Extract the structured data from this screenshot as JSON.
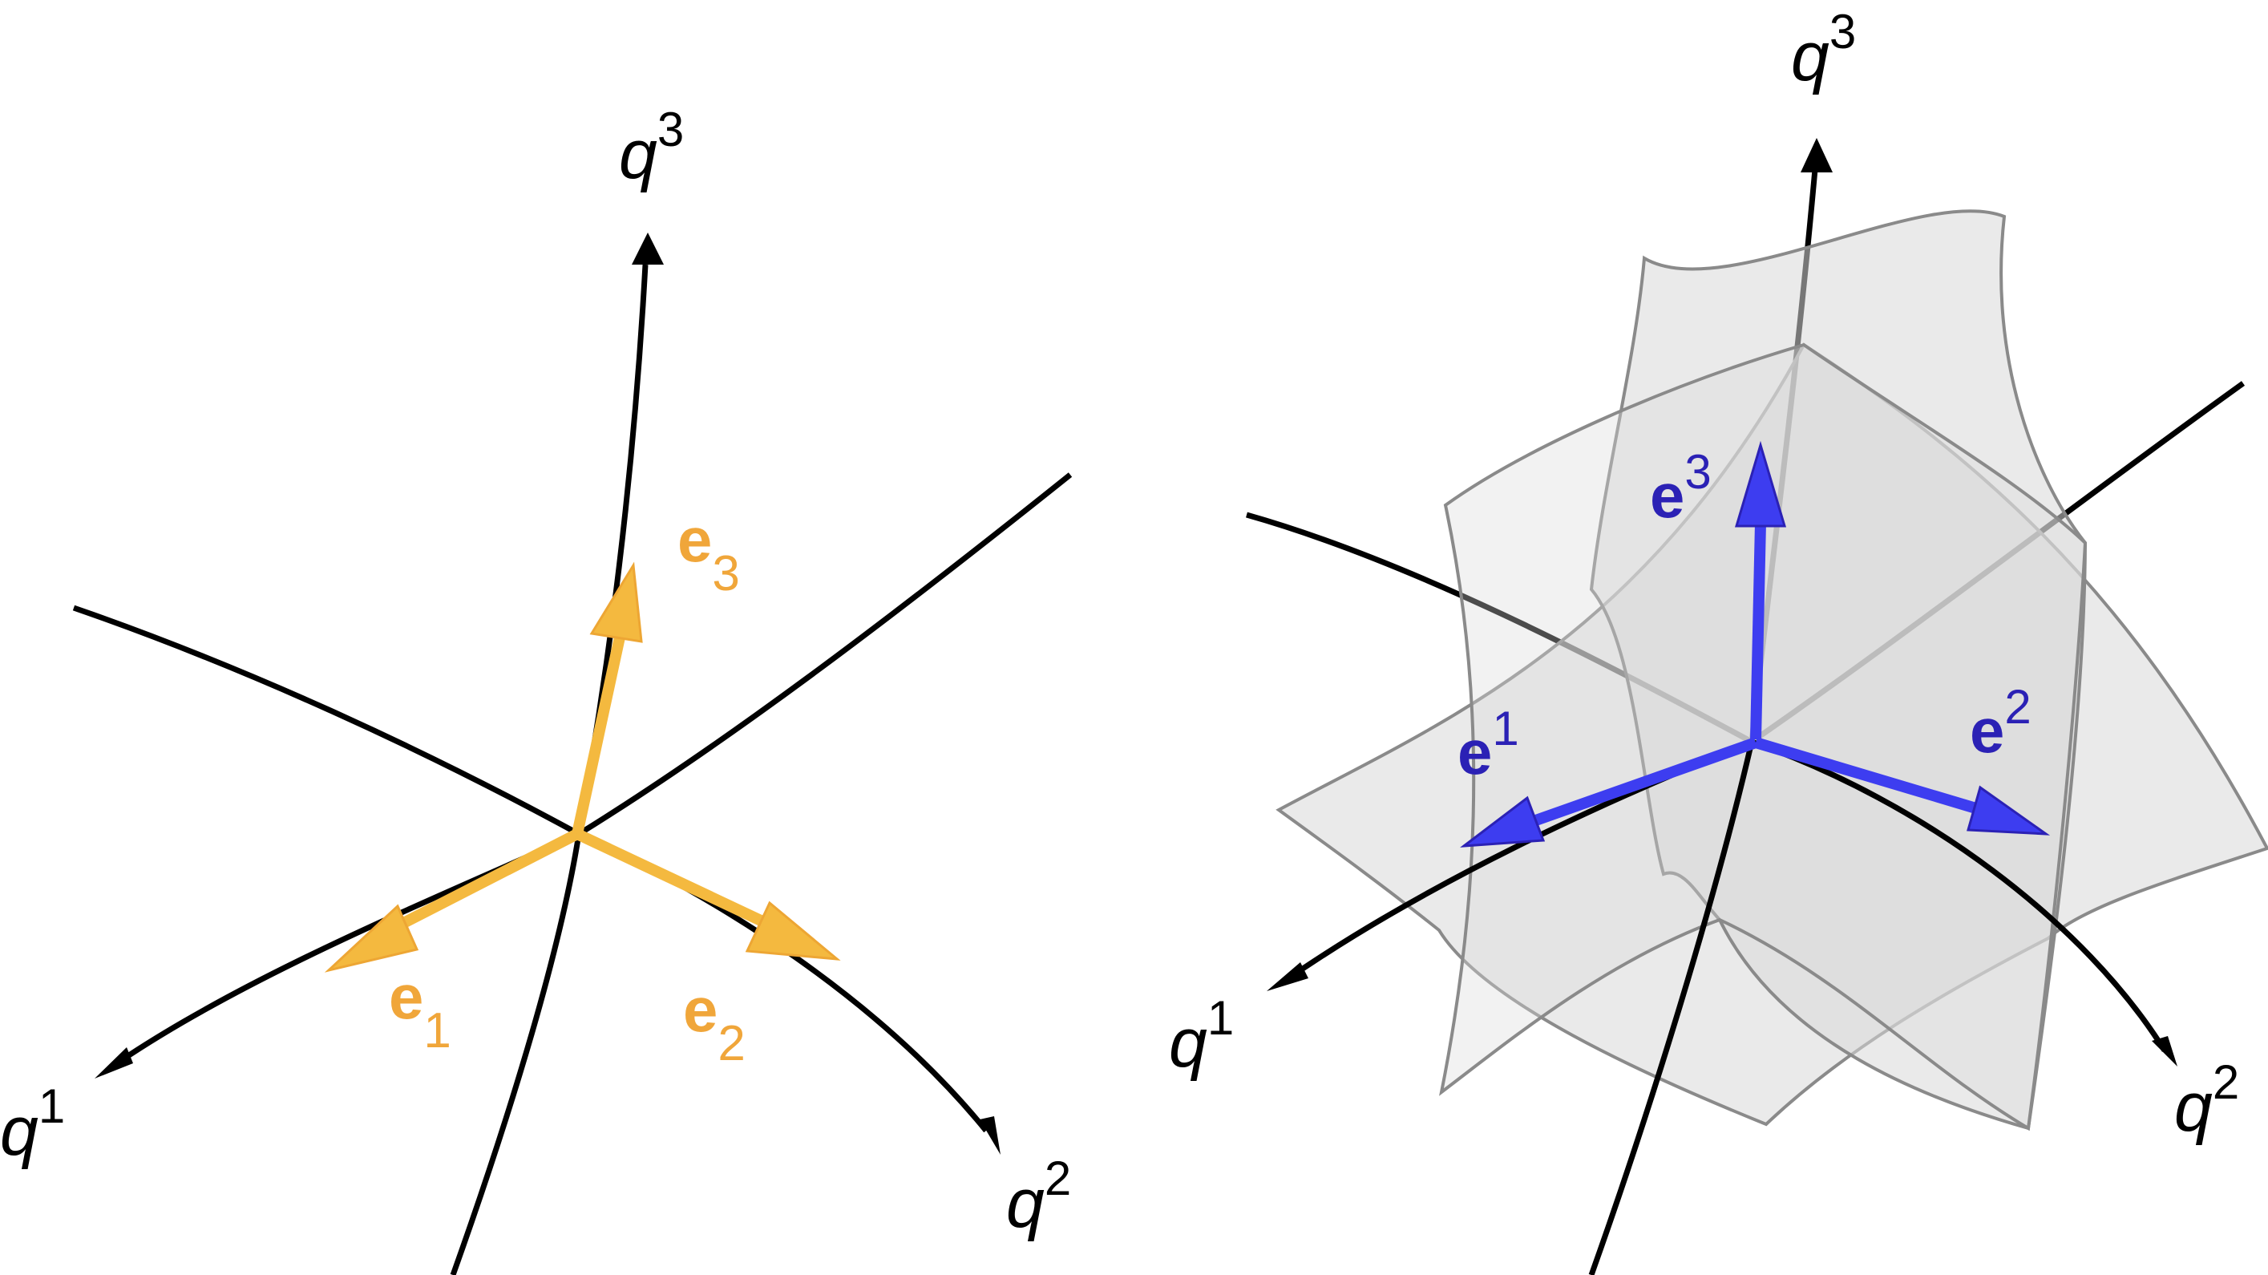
{
  "left_panel": {
    "axes": {
      "q1": {
        "base": "q",
        "sup": "1"
      },
      "q2": {
        "base": "q",
        "sup": "2"
      },
      "q3": {
        "base": "q",
        "sup": "3"
      }
    },
    "vectors": {
      "e1": {
        "base": "e",
        "sub": "1"
      },
      "e2": {
        "base": "e",
        "sub": "2"
      },
      "e3": {
        "base": "e",
        "sub": "3"
      }
    }
  },
  "right_panel": {
    "axes": {
      "q1": {
        "base": "q",
        "sup": "1"
      },
      "q2": {
        "base": "q",
        "sup": "2"
      },
      "q3": {
        "base": "q",
        "sup": "3"
      }
    },
    "vectors": {
      "e1": {
        "base": "e",
        "sup": "1"
      },
      "e2": {
        "base": "e",
        "sup": "2"
      },
      "e3": {
        "base": "e",
        "sup": "3"
      }
    }
  },
  "colors": {
    "covariant": "#f4b93f",
    "covariant_text": "#f0a63a",
    "contravariant": "#3d3df0",
    "contravariant_text": "#2b21b5",
    "axis": "#000000",
    "surface_fill": "#d9d9d9",
    "surface_edge": "#8a8a8a"
  }
}
